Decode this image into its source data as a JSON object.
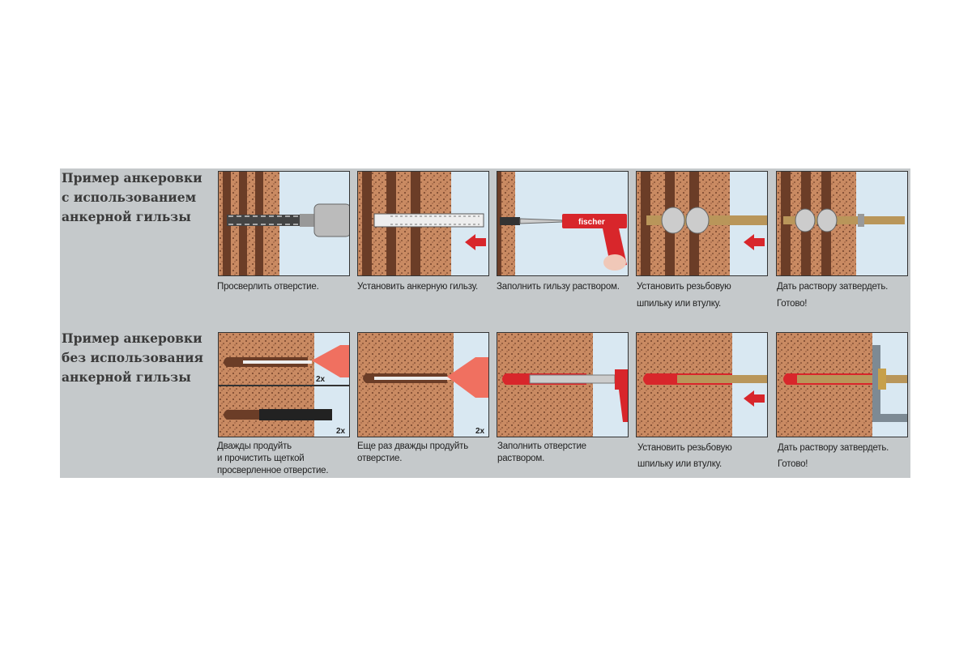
{
  "rows": [
    {
      "title": [
        "Пример анкеровки",
        "с использованием",
        "анкерной гильзы"
      ],
      "steps": [
        {
          "caption": [
            "Просверлить отверстие."
          ]
        },
        {
          "caption": [
            "Установить анкерную гильзу."
          ]
        },
        {
          "caption": [
            "Заполнить гильзу раствором."
          ],
          "brand": "fischer"
        },
        {
          "caption": [
            "Установить резьбовую",
            "шпильку или втулку."
          ]
        },
        {
          "caption": [
            "Дать раствору затвердеть.",
            "Готово!"
          ]
        }
      ]
    },
    {
      "title": [
        "Пример анкеровки",
        "без использования",
        "анкерной гильзы"
      ],
      "steps": [
        {
          "caption": [
            "Дважды продуйть",
            "и прочистить щеткой",
            "просверленное отверстие."
          ],
          "tags": [
            "2x",
            "2x"
          ]
        },
        {
          "caption": [
            "Еще раз дважды продуйть",
            "отверстие."
          ],
          "tags": [
            "2x"
          ]
        },
        {
          "caption": [
            "Заполнить отверстие",
            "раствором."
          ]
        },
        {
          "caption": [
            "Установить резьбовую",
            "шпильку или втулку."
          ]
        },
        {
          "caption": [
            "Дать раствору затвердеть.",
            "Готово!"
          ]
        }
      ]
    }
  ],
  "colors": {
    "band": "#c5c9cb",
    "brick": "#c98a62",
    "mortar": "#6b3d27",
    "sky": "#d9e8f2",
    "red": "#d8262b"
  }
}
